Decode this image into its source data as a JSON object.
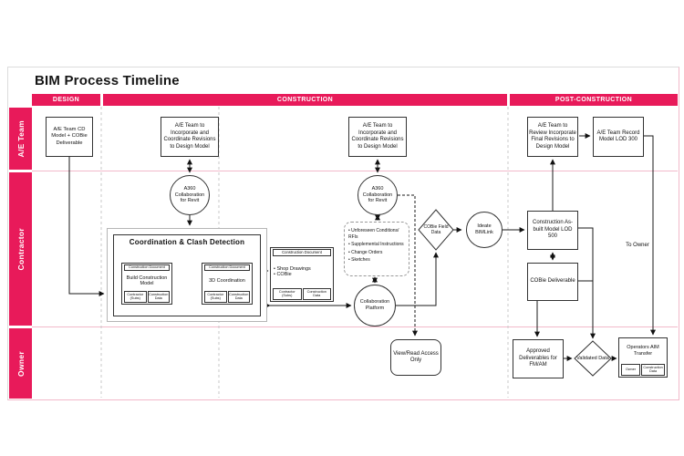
{
  "title": "BIM Process Timeline",
  "phases": {
    "design": "DESIGN",
    "construction": "CONSTRUCTION",
    "post": "POST-CONSTRUCTION"
  },
  "lanes": {
    "ae": "A/E Team",
    "contractor": "Contractor",
    "owner": "Owner"
  },
  "ae": {
    "cd_model": "A/E Team CD Model + COBie Deliverable",
    "incorporate": "A/E Team to Incorporate and Coordinate Revisions to Design Model",
    "a360": "A360 Collaboration for Revit",
    "review": "A/E Team to Review Incorporate Final Revisions to Design Model",
    "record": "A/E Team Record Model LOD 300"
  },
  "contractor": {
    "clash_title": "Coordination & Clash Detection",
    "doc_header": "Construction Document",
    "cell_contractor": "Contractor (Subs)",
    "cell_data": "Construction Data",
    "build": "Build Construction Model",
    "coord3d": "3D Coordination",
    "shop_items": [
      "• Shop Drawings",
      "• COBie"
    ],
    "unforeseen_items": [
      "• Unforeseen Conditions/ RFIs",
      "• Supplemental Instructions",
      "• Change Orders",
      "• Sketches"
    ],
    "collab": "Collaboration Platform",
    "cobie_field": "COBie Field Data",
    "ideate": "Ideate BIMLink",
    "asbuilt": "Construction As-built Model LOD 500",
    "cobie_deliverable": "COBie Deliverable",
    "to_owner": "To Owner"
  },
  "owner": {
    "viewread": "View/Read Access Only",
    "approved": "Approved Deliverables for FM/AM",
    "validated": "Validated Data",
    "operators": "Operators AIM Transfer",
    "cell_owner": "Owner",
    "cell_data": "Construction Data"
  },
  "colors": {
    "accent": "#e81a5a",
    "lane_line": "#f2b9ca"
  }
}
